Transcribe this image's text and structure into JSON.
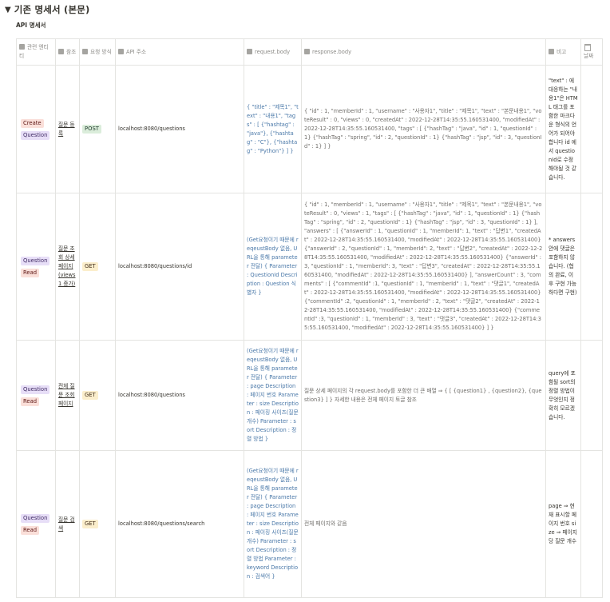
{
  "section": {
    "title": "기존 명세서 (본문)"
  },
  "table_title": "API 명세서",
  "columns": {
    "entity": "관련 엔티티",
    "ref": "참조",
    "method": "요청 방식",
    "url": "API 주소",
    "request": "request.body",
    "response": "response.body",
    "note": "비고",
    "date": "날짜"
  },
  "rows": [
    {
      "entities": [
        "Create",
        "Question"
      ],
      "ref": "질문 등록",
      "method": "POST",
      "url": "localhost:8080/questions",
      "request": "{ \"title\" : \"제목1\", \"text\" : \"내용1\", \"tags\" : [ {\"hashtag\" : \"java\"}, {\"hashtag\" : \"C\"}, {\"hashtag\" : \"Python\"} ] }",
      "response": "{ \"id\" : 1, \"memberId\" : 1, \"username\" : \"사용자1\", \"title\" : \"제목1\", \"text\" : \"본문내용1\", \"voteResult\" : 0, \"views\" : 0, \"createdAt\" : 2022-12-28T14:35:55.160531400, \"modifiedAt\" : 2022-12-28T14:35:55.160531400, \"tags\" : [ {\"hashTag\" : \"java\", \"id\" : 1, \"questionId\" : 1} {\"hashTag\" : \"spring\", \"id\" : 2, \"questionId\" : 1} {\"hashTag\" : \"jsp\", \"id\" : 3, \"questionId\" : 1} ] }",
      "note": "\"text\" : 에 대응하는 \"내용1\"은 HTML 태그를 포함한 마크다운 형식의 언어가 되어야 합니다 id 에서 questionId로 수정해야될 것 같습니다.",
      "date": ""
    },
    {
      "entities": [
        "Question",
        "Read"
      ],
      "ref": "질문 조회 상세 페이지 (views 1 증가)",
      "method": "GET",
      "url": "localhost:8080/questions/id",
      "request": "(Get요청이기 때문에 reqeustBody 없음, URL을 통해 parameter 전달) { Parameter : QuestionId Description : Question 식별자 }",
      "response": "{ \"id\" : 1, \"memberId\" : 1, \"username\" : \"사용자1\", \"title\" : \"제목1\", \"text\" : \"본문내용1\", \"voteResult\" : 0, \"views\" : 1, \"tags\" : [ {\"hashTag\" : \"java\", \"id\" : 1, \"questionId\" : 1} {\"hashTag\" : \"spring\", \"id\" : 2, \"questionId\" : 1} {\"hashTag\" : \"jsp\", \"id\" : 3, \"questionId\" : 1} ], \"answers\" : [ {\"answerId\" : 1, \"questionId\" : 1, \"memberId\": 1, \"text\" : \"답변1\", \"createdAt\" : 2022-12-28T14:35:55.160531400, \"modifiedAt\" : 2022-12-28T14:35:55.160531400} {\"answerId\" : 2, \"questionId\" : 1, \"memberId\": 2, \"text\" : \"답변2\", \"createdAt\" : 2022-12-28T14:35:55.160531400, \"modifiedAt\" : 2022-12-28T14:35:55.160531400} {\"answerId\" : 3, \"questionId\" : 1, \"memberId\": 3, \"text\" : \"답변3\", \"createdAt\" : 2022-12-28T14:35:55.160531400, \"modifiedAt\" : 2022-12-28T14:35:55.160531400} ], \"answerCount\" : 3, \"comments\" : [ {\"commentId\" :1, \"questionId\" : 1, \"memberId\" : 1, \"text\" : \"댓글1\", \"createdAt\" : 2022-12-28T14:35:55.160531400, \"modifiedAt\" : 2022-12-28T14:35:55.160531400} {\"commentId\" :2, \"questionId\" : 1, \"memberId\" : 2, \"text\" : \"댓글2\", \"createdAt\" : 2022-12-28T14:35:55.160531400, \"modifiedAt\" : 2022-12-28T14:35:55.160531400} {\"commentId\" :3, \"questionId\" : 1, \"memberId\" : 3, \"text\" : \"댓글3\", \"createdAt\" : 2022-12-28T14:35:55.160531400, \"modifiedAt\" : 2022-12-28T14:35:55.160531400} ] }",
      "note": "* answers 안에 댓글은 포함하지 않습니다. (협의 완료, 이후 구현 가능하다면 구현)",
      "date": ""
    },
    {
      "entities": [
        "Question",
        "Read"
      ],
      "ref": "전체 질문 조회 페이지",
      "method": "GET",
      "url": "localhost:8080/questions",
      "request": "(Get요청이기 때문에 reqeustBody 없음, URL을 통해 parameter 전달) { Parameter : page Description : 페이지 번호 Parameter : size Description : 페이징 사이즈(질문 개수) Parameter : sort Description : 정렬 방법 }",
      "response": "질문 상세 페이지의 각 request.body를 포함한 더 큰 배열 ⇒ { [ {question1} , {question2}, {question3} ] } 자세한 내용은 전체 페이지 토글 참조",
      "note": "query에 포함될 sort의 정렬 방법이 무엇인지 정확히 모르겠습니다.",
      "date": ""
    },
    {
      "entities": [
        "Question",
        "Read"
      ],
      "ref": "질문 검색",
      "method": "GET",
      "url": "localhost:8080/questions/search",
      "request": "(Get요청이기 때문에 reqeustBody 없음, URL을 통해 parameter 전달) { Parameter : page Description : 페이지 번호 Parameter : size Description : 페이징 사이즈(질문 개수) Parameter : sort Description : 정렬 방법 Parameter : keyword Description : 검색어 }",
      "response": "전체 페이지와 같음",
      "note": "page ⇒ 현재 표시할 페이지 번호 size ⇒ 페이지당 질문 개수",
      "date": ""
    }
  ]
}
